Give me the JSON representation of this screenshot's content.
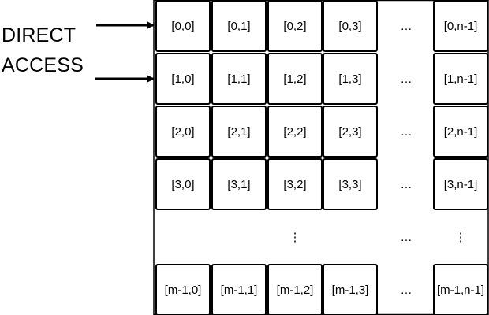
{
  "side_label": {
    "line1": "DIRECT",
    "line2": "ACCESS"
  },
  "outer_frame": true,
  "row_labels": [
    "0",
    "1",
    "2",
    "3",
    "m-1"
  ],
  "col_labels": [
    "0",
    "1",
    "2",
    "3",
    "n-1"
  ],
  "ellipsis_horizontal": "…",
  "ellipsis_vertical": "⋮",
  "arrows": [
    {
      "points_to_row": 0
    },
    {
      "points_to_row": 1
    }
  ]
}
